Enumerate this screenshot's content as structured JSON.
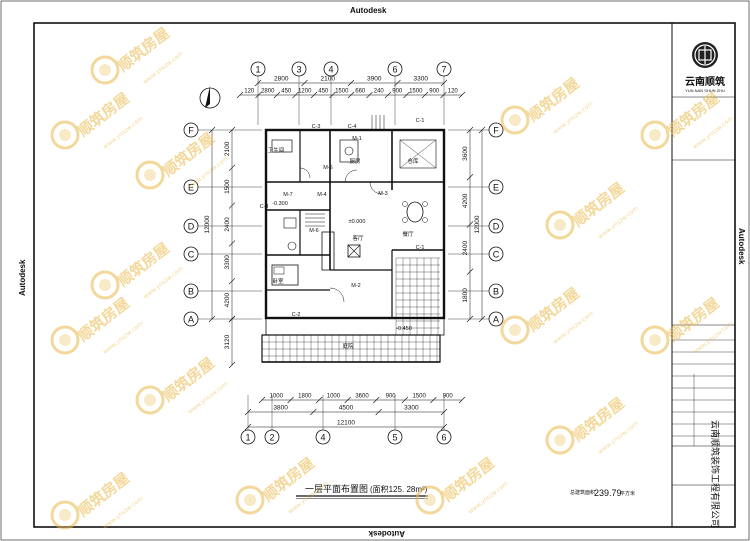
{
  "frame": {
    "top_label": "Autodesk",
    "bottom_label": "Autodesk",
    "left_label": "Autodesk",
    "right_label": "Autodesk"
  },
  "title_block": {
    "logo_text": "云南顺筑",
    "logo_subtitle": "YUN NAN SHUN ZHU",
    "company": "云南顺筑装饰工程有限公司",
    "area_label": "总建筑面积",
    "area_value": "239.79",
    "area_unit": "平方米"
  },
  "plan": {
    "title": "一层平面布置图",
    "area_note": "(面积125. 28m²)",
    "axes_columns": [
      "1",
      "2",
      "4",
      "5",
      "6",
      "7"
    ],
    "axes_columns_top": [
      "1",
      "3",
      "4",
      "6",
      "7"
    ],
    "axes_rows": [
      "F",
      "E",
      "D",
      "C",
      "B",
      "A"
    ],
    "top_dims_outer": [
      "2800",
      "2100",
      "3900",
      "3300"
    ],
    "top_dims_inner": [
      "120",
      "2800",
      "450",
      "1200",
      "450",
      "1500",
      "660",
      "240",
      "900",
      "1500",
      "900",
      "120"
    ],
    "bottom_dims_inner": [
      "1000",
      "1800",
      "1000",
      "3600",
      "900",
      "1500",
      "900"
    ],
    "bottom_dims_mid": [
      "3800",
      "4500",
      "3300"
    ],
    "bottom_total": "12100",
    "left_dims": [
      "2100",
      "1500",
      "2400",
      "3300",
      "4200"
    ],
    "left_total": "12000",
    "left_extra": "3120",
    "right_dims": [
      "3600",
      "4200",
      "2400",
      "1800"
    ],
    "right_total": "12000",
    "rooms": [
      {
        "label": "厨房"
      },
      {
        "label": "仓库"
      },
      {
        "label": "卫生间"
      },
      {
        "label": "客厅"
      },
      {
        "label": "卧室"
      },
      {
        "label": "庭院"
      },
      {
        "label": "餐厅"
      }
    ],
    "tags": [
      "C-3",
      "C-4",
      "C-1",
      "C-1",
      "C-2",
      "C-3",
      "M-1",
      "M-2",
      "M-3",
      "M-4",
      "M-5",
      "M-6",
      "M-7"
    ],
    "levels": [
      "±0.000",
      "-0.300",
      "-0.450"
    ]
  },
  "watermark": {
    "brand": "顺筑房屋",
    "url": "www.ynszw.com"
  },
  "colors": {
    "line": "#111111",
    "watermark": "#e9b94a",
    "watermark_light": "#f4d99a"
  }
}
